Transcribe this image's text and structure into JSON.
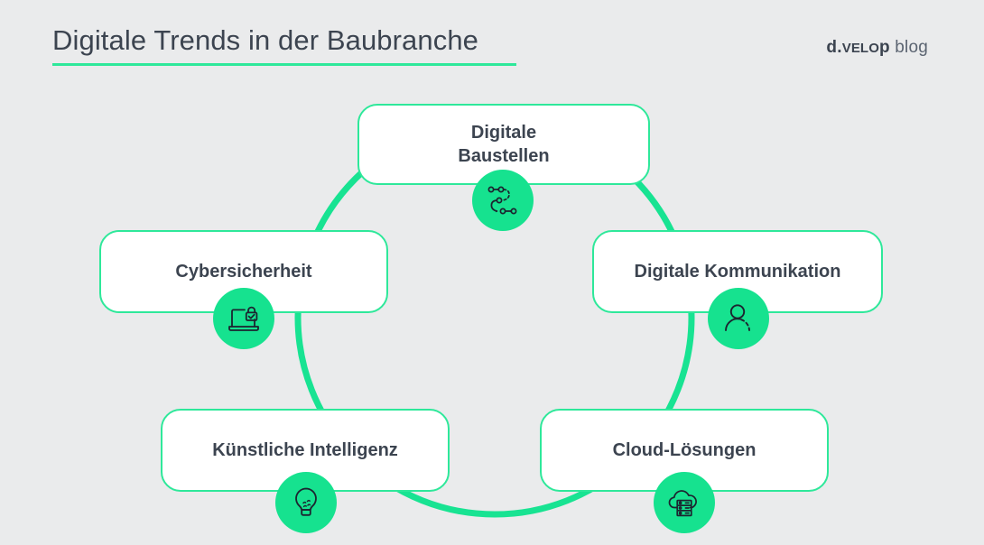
{
  "header": {
    "title": "Digitale Trends in der Baubranche",
    "brand": {
      "prefix": "d.",
      "smallcaps": "velo",
      "suffix": "p",
      "secondary": "blog"
    }
  },
  "colors": {
    "background": "#eaebec",
    "accent_green": "#2ee89a",
    "badge_green": "#16e28f",
    "text_dark": "#3c4450",
    "card_white": "#ffffff"
  },
  "diagram": {
    "type": "cycle-ring",
    "nodes": [
      {
        "id": "digitale-baustellen",
        "label": "Digitale\nBaustellen",
        "icon": "workflow-icon"
      },
      {
        "id": "cybersicherheit",
        "label": "Cybersicherheit",
        "icon": "laptop-lock-icon"
      },
      {
        "id": "digitale-kommunikation",
        "label": "Digitale Kommunikation",
        "icon": "person-icon"
      },
      {
        "id": "kuenstliche-intelligenz",
        "label": "Künstliche Intelligenz",
        "icon": "lightbulb-icon"
      },
      {
        "id": "cloud-loesungen",
        "label": "Cloud-Lösungen",
        "icon": "cloud-server-icon"
      }
    ]
  }
}
